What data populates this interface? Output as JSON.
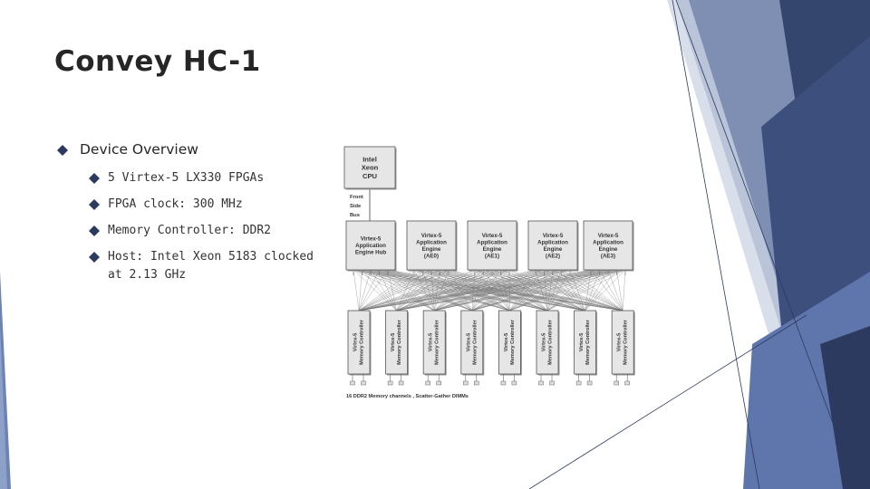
{
  "slide": {
    "title": "Convey HC-1",
    "bullets": [
      {
        "text": "Device Overview",
        "sub": [
          "5 Virtex-5 LX330 FPGAs",
          "FPGA clock: 300 MHz",
          "Memory Controller: DDR2",
          "Host: Intel Xeon 5183 clocked at 2.13 GHz"
        ]
      }
    ],
    "bullet_icon": "diamond-bullet-icon",
    "accent_color": "#2b3a5e"
  },
  "diagram": {
    "cpu": [
      "Intel",
      "Xeon",
      "CPU"
    ],
    "bus": [
      "Front",
      "Side",
      "Bus"
    ],
    "hub": [
      "Virtex-5",
      "Application",
      "Engine Hub"
    ],
    "engines": [
      [
        "Virtex-5",
        "Application",
        "Engine",
        "(AE0)"
      ],
      [
        "Virtex-5",
        "Application",
        "Engine",
        "(AE1)"
      ],
      [
        "Virtex-5",
        "Application",
        "Engine",
        "(AE2)"
      ],
      [
        "Virtex-5",
        "Application",
        "Engine",
        "(AE3)"
      ]
    ],
    "memory_controller": [
      "Virtex-5",
      "Memory Controller"
    ],
    "memory_controller_count": 8,
    "caption": "16 DDR2 Memory channels , Scatter-Gather DIMMs"
  }
}
